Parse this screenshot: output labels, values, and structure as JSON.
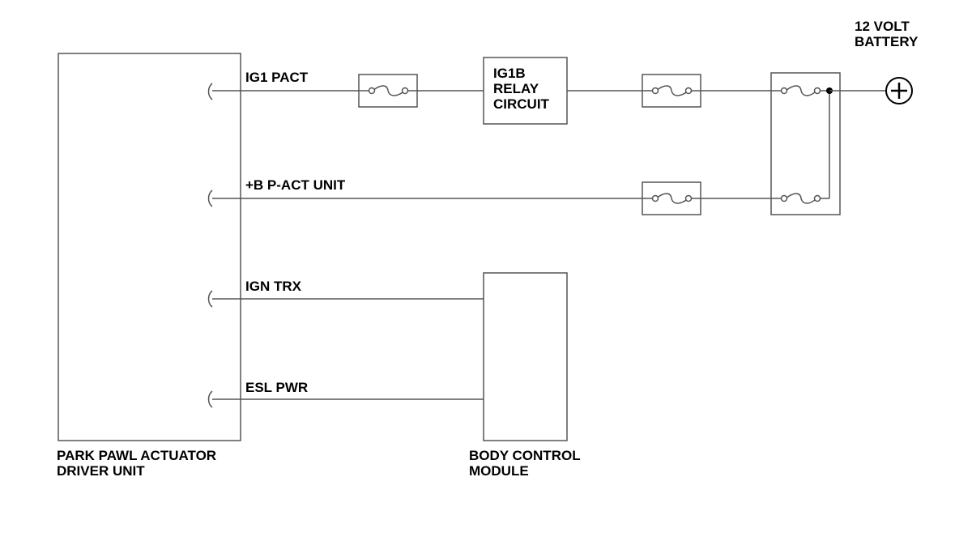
{
  "components": {
    "driver_unit": {
      "label_lines": [
        "PARK PAWL ACTUATOR",
        "DRIVER UNIT"
      ]
    },
    "body_control_module": {
      "label_lines": [
        "BODY CONTROL",
        "MODULE"
      ]
    },
    "relay": {
      "label_lines": [
        "IG1B",
        "RELAY",
        "CIRCUIT"
      ]
    },
    "battery": {
      "label_lines": [
        "12 VOLT",
        "BATTERY"
      ],
      "terminal_symbol": "plus-icon"
    }
  },
  "circuits": [
    {
      "name": "IG1 PACT"
    },
    {
      "name": "+B P-ACT UNIT"
    },
    {
      "name": "IGN TRX"
    },
    {
      "name": "ESL PWR"
    }
  ]
}
